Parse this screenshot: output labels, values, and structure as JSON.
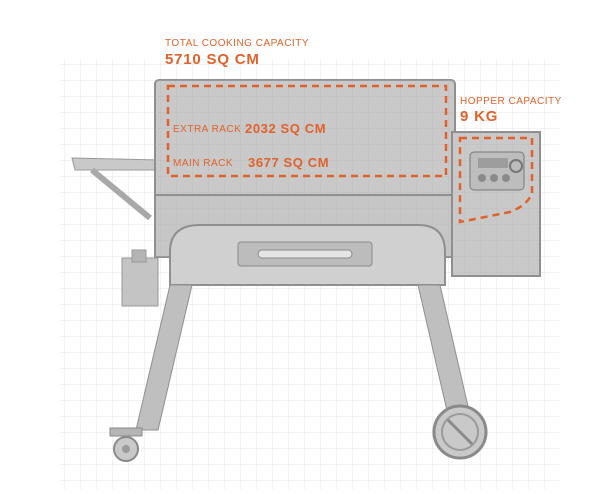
{
  "labels": {
    "total_title": "TOTAL COOKING CAPACITY",
    "total_value": "5710 SQ CM",
    "extra_title": "EXTRA RACK",
    "extra_value": "2032 SQ CM",
    "main_title": "MAIN RACK",
    "main_value": "3677 SQ CM",
    "hopper_title": "HOPPER CAPACITY",
    "hopper_value": "9 KG"
  },
  "colors": {
    "accent": "#e0622a",
    "grill_fill": "#c9c9c9",
    "grill_stroke": "#8a8a8a",
    "grid_line": "#e2e2e2"
  },
  "icons": [
    "grill-illustration",
    "wheel-icon",
    "temperature-controller-icon"
  ]
}
